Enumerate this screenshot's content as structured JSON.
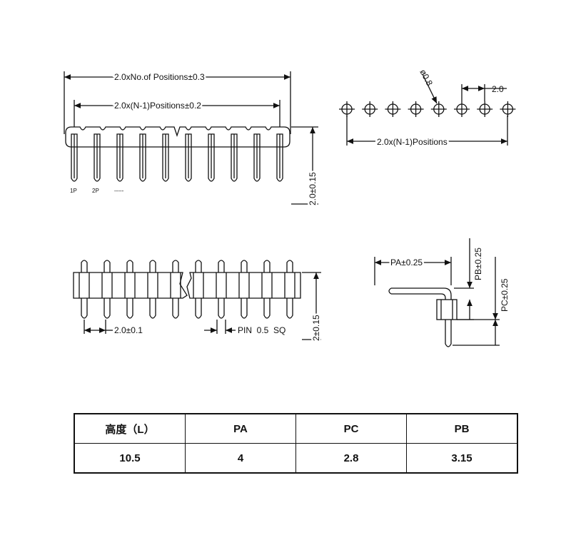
{
  "views": {
    "front": {
      "overall_length_dim": "2.0xNo.of Positions±0.3",
      "pitch_span_dim": "2.0x(N-1)Positions±0.2",
      "height_dim": "2.0±0.15",
      "pin_labels": [
        "1P",
        "2P",
        "-----"
      ]
    },
    "top": {
      "hole_dia_dim": "ø0.8",
      "pitch_dim": "2.0",
      "span_dim": "2.0x(N-1)Positions"
    },
    "bottom": {
      "pitch_dim": "2.0±0.1",
      "pin_size_dim": "PIN  0.5  SQ",
      "height_dim": "2±0.15"
    },
    "side": {
      "pa_dim": "PA±0.25",
      "pb_dim": "PB±0.25",
      "pc_dim": "PC±0.25"
    }
  },
  "table": {
    "headers": [
      "高度（L）",
      "PA",
      "PC",
      "PB"
    ],
    "rows": [
      [
        "10.5",
        "4",
        "2.8",
        "3.15"
      ]
    ]
  }
}
